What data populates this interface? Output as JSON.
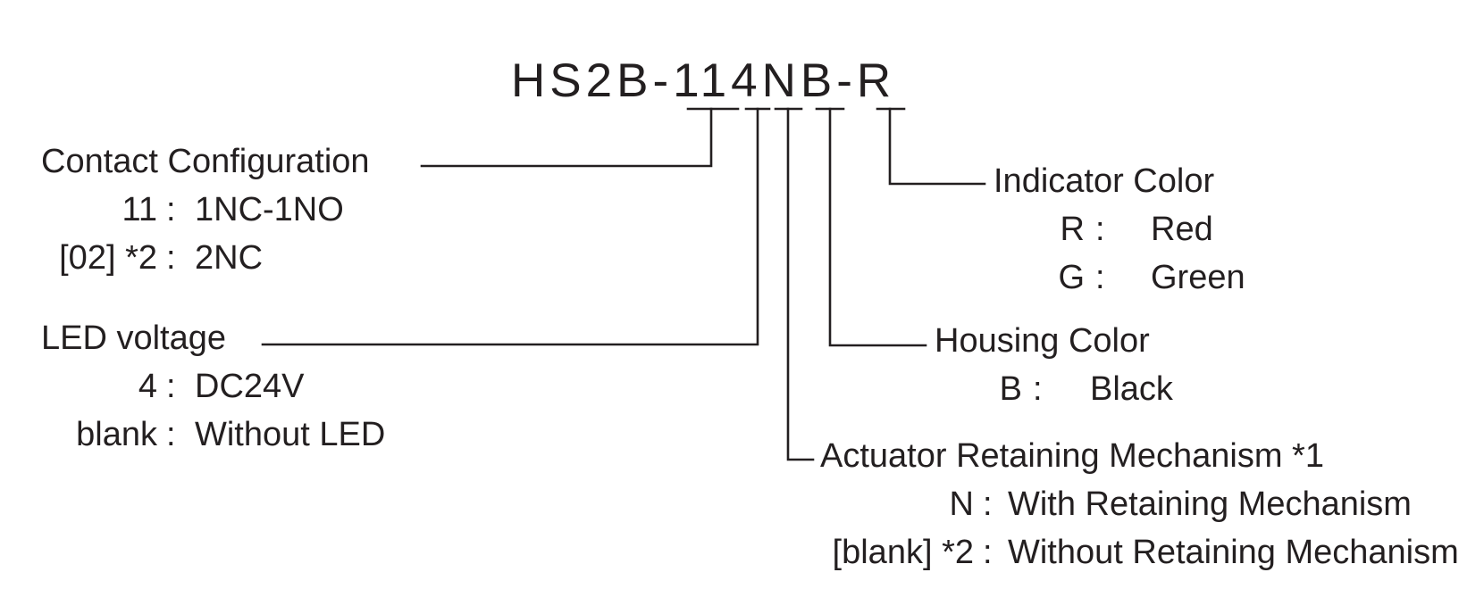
{
  "model_code": "HS2B-114NB-R",
  "groups": {
    "contact_configuration": {
      "heading": "Contact Configuration",
      "options": [
        {
          "code": "11",
          "sep": ":",
          "desc": "1NC-1NO"
        },
        {
          "code": "[02] *2",
          "sep": ":",
          "desc": "2NC"
        }
      ]
    },
    "led_voltage": {
      "heading": "LED voltage",
      "options": [
        {
          "code": "4",
          "sep": ":",
          "desc": "DC24V"
        },
        {
          "code": "blank",
          "sep": ":",
          "desc": "Without LED"
        }
      ]
    },
    "indicator_color": {
      "heading": "Indicator Color",
      "options": [
        {
          "code": "R",
          "sep": ":",
          "desc": "Red"
        },
        {
          "code": "G",
          "sep": ":",
          "desc": "Green"
        }
      ]
    },
    "housing_color": {
      "heading": "Housing Color",
      "options": [
        {
          "code": "B",
          "sep": ":",
          "desc": "Black"
        }
      ]
    },
    "actuator_retaining": {
      "heading": "Actuator Retaining Mechanism *1",
      "options": [
        {
          "code": "N",
          "sep": ":",
          "desc": "With Retaining Mechanism"
        },
        {
          "code": "[blank] *2",
          "sep": ":",
          "desc": "Without Retaining Mechanism"
        }
      ]
    }
  },
  "colors": {
    "ink": "#231f20",
    "background": "#ffffff"
  }
}
